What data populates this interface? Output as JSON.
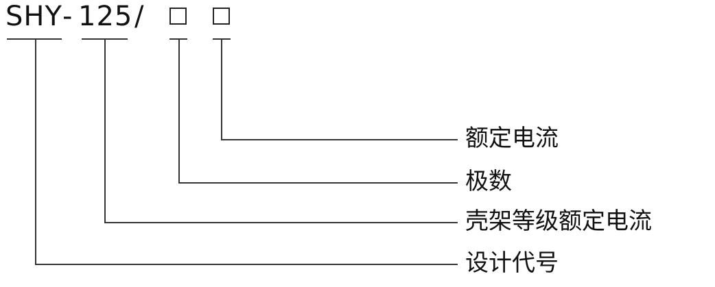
{
  "model_code": {
    "series": "SHY",
    "dash": "-",
    "frame_current": "125",
    "slash": "/"
  },
  "labels": {
    "rated_current": "额定电流",
    "poles": "极数",
    "frame_rated_current": "壳架等级额定电流",
    "design_code": "设计代号"
  }
}
